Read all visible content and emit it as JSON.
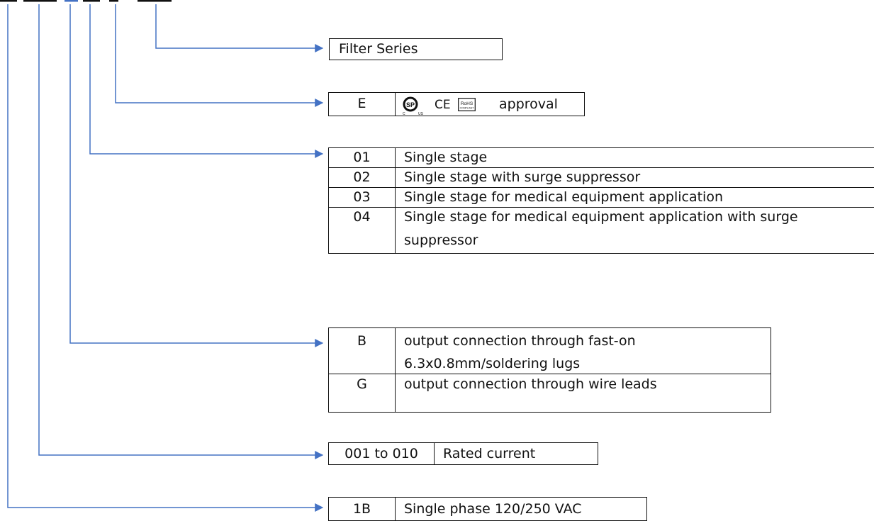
{
  "colors": {
    "connector": "#4472C4",
    "border": "#111111",
    "text": "#111111"
  },
  "filter_series": {
    "label": "Filter Series"
  },
  "approval": {
    "code": "E",
    "logos": [
      {
        "icon": "csa-us-logo",
        "text": "SP",
        "sub_left": "C",
        "sub_right": "US"
      },
      {
        "icon": "ce-mark-logo",
        "text": "CE"
      },
      {
        "icon": "rohs-compliant-logo",
        "text": "RoHS",
        "sub": "COMPLIANT"
      }
    ],
    "label": "approval"
  },
  "stage": {
    "rows": [
      {
        "code": "01",
        "desc": "Single stage"
      },
      {
        "code": "02",
        "desc": "Single stage with surge suppressor"
      },
      {
        "code": "03",
        "desc": "Single stage for medical equipment application"
      },
      {
        "code": "04",
        "desc_line1": "Single stage for medical equipment application with surge",
        "desc_line2": "suppressor"
      }
    ]
  },
  "output": {
    "rows": [
      {
        "code": "B",
        "desc_line1": "output connection through fast-on",
        "desc_line2": "6.3x0.8mm/soldering lugs"
      },
      {
        "code": "G",
        "desc": "output connection through wire leads"
      }
    ]
  },
  "current": {
    "code": "001 to 010",
    "desc": "Rated current"
  },
  "phase": {
    "code": "1B",
    "desc": "Single phase 120/250 VAC"
  }
}
